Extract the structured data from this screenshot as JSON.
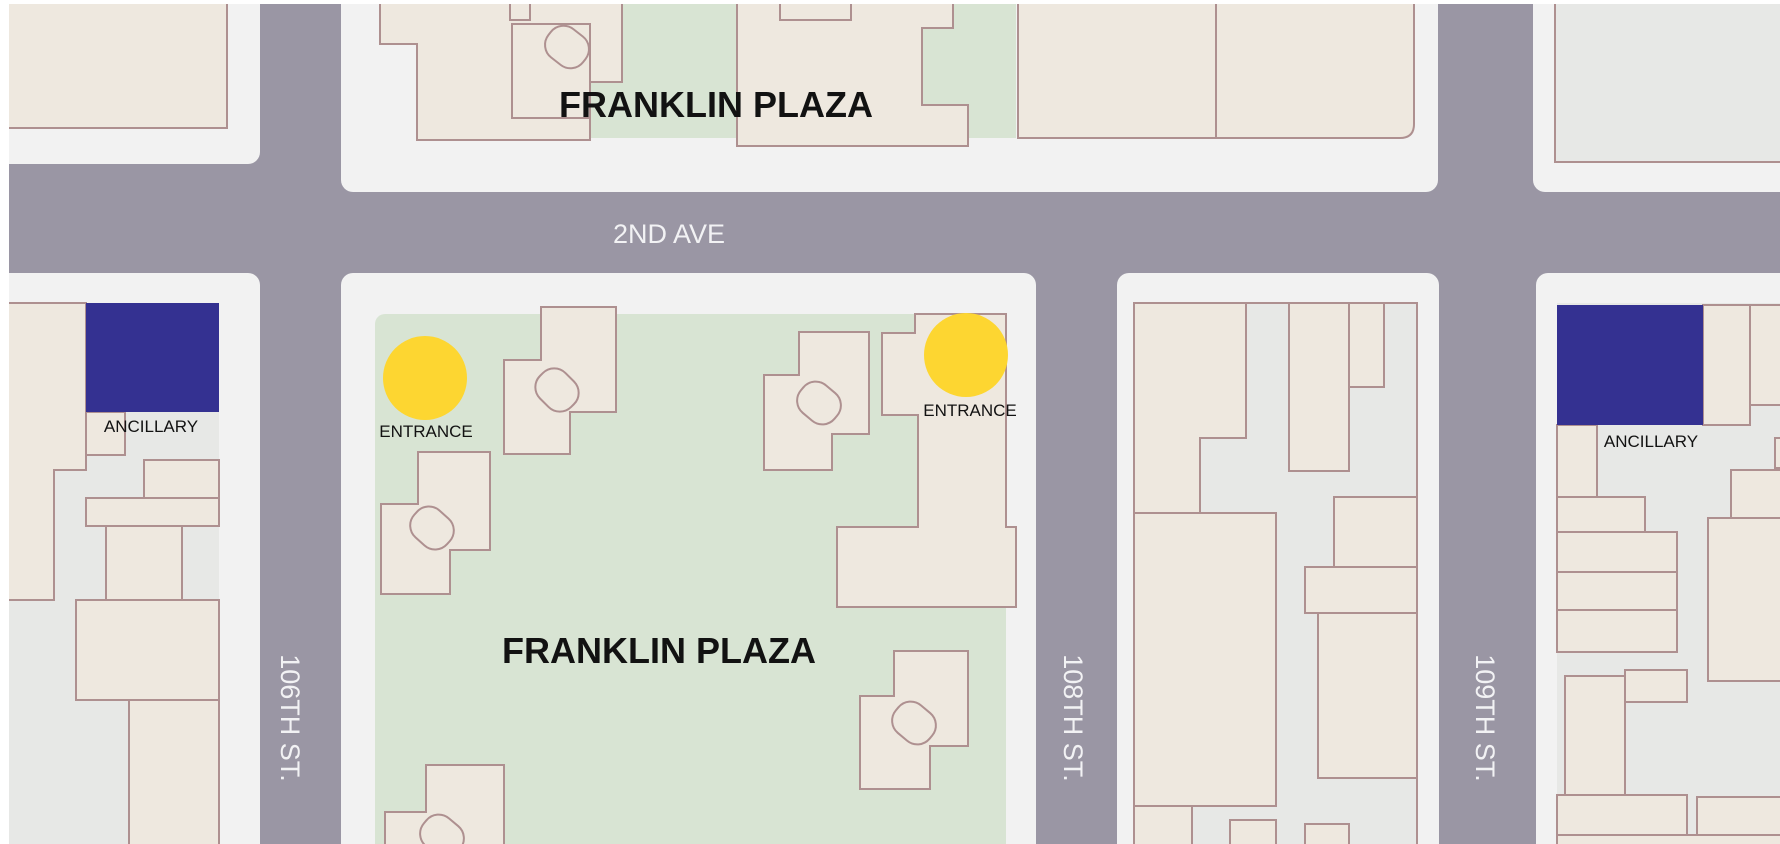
{
  "map": {
    "colors": {
      "road": "#9a96a4",
      "sidewalk": "#f2f2f2",
      "lot": "#e7e8e6",
      "park": "#d8e4d3",
      "building": "#eee8df",
      "building_outline": "#ae9090",
      "ancillary": "#343191",
      "entrance": "#fdd631"
    },
    "streets": {
      "avenue": "2ND AVE",
      "st_106": "106TH ST.",
      "st_108": "108TH ST.",
      "st_109": "109TH ST."
    },
    "places": {
      "plaza_north": "FRANKLIN PLAZA",
      "plaza_south": "FRANKLIN PLAZA"
    },
    "markers": {
      "entrance_west": "ENTRANCE",
      "entrance_east": "ENTRANCE",
      "ancillary_west": "ANCILLARY",
      "ancillary_east": "ANCILLARY"
    }
  }
}
